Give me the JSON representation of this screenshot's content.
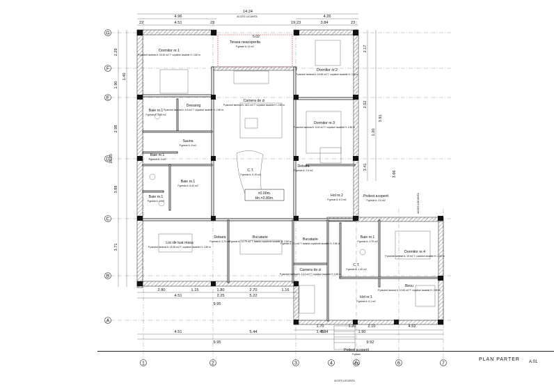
{
  "sheet": {
    "title": "PLAN PARTER",
    "number": "A.01"
  },
  "axes": {
    "letters": [
      "G",
      "F",
      "E",
      "D",
      "C",
      "B",
      "A"
    ],
    "numbers": [
      "1",
      "2",
      "3",
      "4",
      "5",
      "6",
      "7"
    ]
  },
  "dims": {
    "top_total": "14.24",
    "top_left": "4.96",
    "top_right": "4.26",
    "top_seg": [
      "22",
      "4.51",
      "23",
      "19",
      "23",
      "3.84",
      "23"
    ],
    "bottom_row1": [
      "2.80",
      "1.15",
      "1.80",
      "2.70",
      "1.16"
    ],
    "bottom_row2": [
      "4.51",
      "2.25",
      "5.22"
    ],
    "bottom_total_left": "9.95",
    "bottom_far": [
      "4.51",
      "5.44",
      "3.84"
    ],
    "bottom_far_total": "9.95",
    "bottom_right": [
      "1.70",
      "1.20",
      "2.10",
      "4.52"
    ],
    "bottom_right2": [
      "1.45",
      "1.90"
    ],
    "bottom_right_total": "9.92",
    "left": [
      "2.29",
      "1.40",
      "1.90",
      "2.98",
      "3.88",
      "3.71",
      "16.15"
    ],
    "right": [
      "2.17",
      "2.52",
      "3.41",
      "1.20",
      "3.91",
      "3.66"
    ]
  },
  "entrances": {
    "top": "ACCES LOCUINTA",
    "bottom": "ACCES LOCUINTA",
    "right": "ACCES LOCUINTA"
  },
  "rooms": [
    {
      "name": "Terasa neacoperita",
      "spec": "P.gresie  A: 11 m2",
      "num": "5.02"
    },
    {
      "name": "Dormitor nr.1",
      "spec": "P.parchet laminat  A: 18.30 m2  T: vopsitori lavabile  H: 2.80 m"
    },
    {
      "name": "Dormitor nr.2",
      "spec": "P.parchet laminat  A: 15.85 m2  T: vopsitori lavabile  H: 2.80 m"
    },
    {
      "name": "Dressing",
      "spec": "P.parchet laminat  A: 4.6 m2  T: vopsitori lavabile  H: 2.80 m"
    },
    {
      "name": "Camera de zi",
      "spec": "P.parchet laminat  A: 48.3 m2  T: vopsitori lavabile  H: 2.80 m"
    },
    {
      "name": "Baie nr.1",
      "spec": "P.gresie  A: 4.85 m2"
    },
    {
      "name": "Sauna",
      "spec": "P.gresie  A: 5 m2"
    },
    {
      "name": "Dormitor nr.3",
      "spec": "P.parchet laminat  A: 14.8 m2  T: vopsitori lavabile  H: 2.80 m"
    },
    {
      "name": "Baie nr.1",
      "spec": "P.gresie  A: 3 m2"
    },
    {
      "name": "C.T.",
      "spec": "P.gresie  A: 5.15 m2"
    },
    {
      "name": "Debara",
      "spec": "P.gresie  A: 2.6 m2"
    },
    {
      "name": "Baie nr.1",
      "spec": "P.gresie  A: 6.40 m2"
    },
    {
      "name": "Hol nr.2",
      "spec": "P.gresie  A: 6.3 m2"
    },
    {
      "name": "Baie nr.1",
      "spec": "P.gresie  A: 4 m2"
    },
    {
      "name": "Podest acoperit",
      "spec": "P.gresie  A: 3.6 m2"
    },
    {
      "name": "Loc de luat masa",
      "spec": "P.parchet laminat  A: 18.35 m2  T: vopsitori lavabile  H: 2.80 m"
    },
    {
      "name": "Debara",
      "spec": "P.gresie  A: 3.70 m2"
    },
    {
      "name": "Bucatarie",
      "spec": "P.gresie  A: 14.75 m2  T: faianta  vopsitorie lavabile  H: 2.80 m"
    },
    {
      "name": "Bucatarie",
      "spec": "P.gresie  A: 7.1 m2  T: faianta  vopsitorie lavabile  H: 2.80 m"
    },
    {
      "name": "Baie nr.1",
      "spec": "P.gresie  A: 4.75 m2"
    },
    {
      "name": "Dormitor nr.4",
      "spec": "P.parchet laminat  A: 15 m2  T: vopsitori lavabile  H: 2.80 m"
    },
    {
      "name": "Camera de zi",
      "spec": "P.parchet laminat  A: 13.3 m2  T: vopsitori lavabile  H: 2.80 m"
    },
    {
      "name": "C.T.",
      "spec": "P.gresie  A: 1.45 m2"
    },
    {
      "name": "Birou",
      "spec": "P.parchet laminat  A: 10.60 m2  T: vopsitori lavabile  H: 2.80 m"
    },
    {
      "name": "Hol nr.1",
      "spec": "P.gresie  A: 6.1 m2"
    },
    {
      "name": "Podest acoperit",
      "spec": "P.gresie",
      "num": "4  5"
    }
  ],
  "levels": {
    "main": "±0.00m.",
    "height": "Hn.=2.80m."
  }
}
